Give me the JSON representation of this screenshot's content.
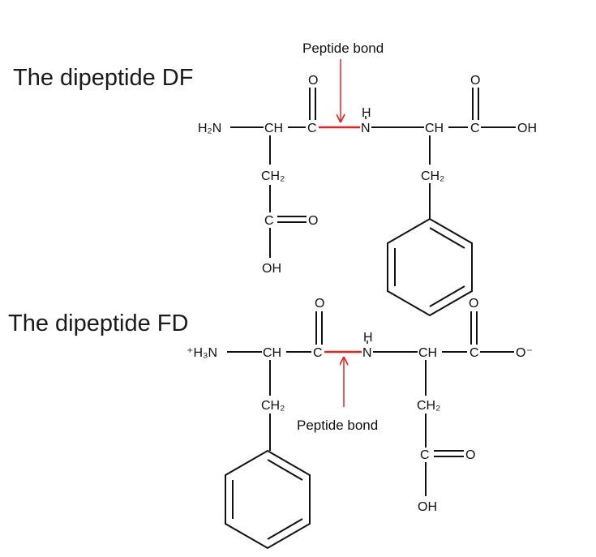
{
  "titles": {
    "df": "The dipeptide DF",
    "fd": "The dipeptide FD"
  },
  "annotations": {
    "peptide_bond": "Peptide bond"
  },
  "atoms": {
    "h2n": "H₂N",
    "h3n_plus": "⁺H₃N",
    "ch": "CH",
    "c": "C",
    "n": "N",
    "h": "H",
    "o": "O",
    "o_minus": "O⁻",
    "oh_right": "OH",
    "oh_down": "OH",
    "ch2": "CH₂"
  },
  "colors": {
    "bond": "#111111",
    "peptide_bond": "#e8231f",
    "arrow": "#e8231f"
  }
}
